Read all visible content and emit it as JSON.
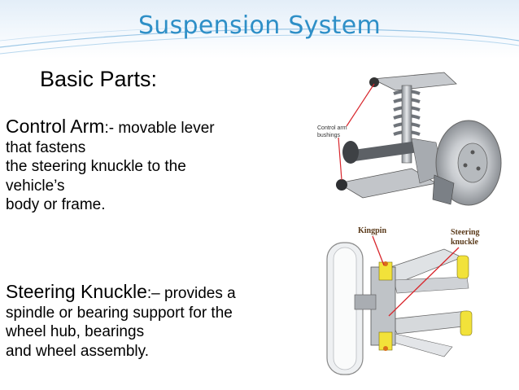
{
  "slide": {
    "title": "Suspension System",
    "subtitle": "Basic Parts:",
    "control_arm": {
      "term": "Control Arm",
      "lines": [
        ":- movable lever",
        "that fastens",
        "the steering knuckle to the",
        "vehicle’s",
        "body or frame."
      ]
    },
    "steering_knuckle": {
      "term": "Steering Knuckle",
      "lines": [
        ":– provides a",
        "spindle or bearing support for the",
        "wheel hub, bearings",
        "and wheel assembly."
      ]
    },
    "figure1": {
      "label_line1": "Control arm",
      "label_line2": "bushings"
    },
    "figure2": {
      "kingpin_label": "Kingpin",
      "knuckle_line1": "Steering",
      "knuckle_line2": "knuckle"
    }
  },
  "colors": {
    "title": "#2e8fc7",
    "callout": "#d8262c",
    "highlight": "#f2e23a"
  }
}
